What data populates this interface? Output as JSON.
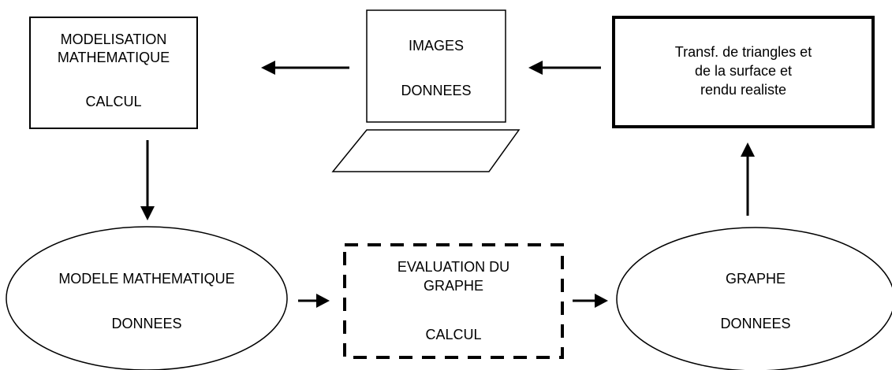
{
  "nodes": {
    "modelisation": {
      "line1": "MODELISATION",
      "line2": "MATHEMATIQUE",
      "line3": "CALCUL"
    },
    "images": {
      "line1": "IMAGES",
      "line2": "DONNEES"
    },
    "transf": {
      "line1": "Transf. de triangles et",
      "line2": "de la surface et",
      "line3": "rendu realiste"
    },
    "modele": {
      "line1": "MODELE MATHEMATIQUE",
      "line2": "DONNEES"
    },
    "evaluation": {
      "line1": "EVALUATION DU",
      "line2": "GRAPHE",
      "line3": "CALCUL"
    },
    "graphe": {
      "line1": "GRAPHE",
      "line2": "DONNEES"
    }
  },
  "edges": [
    {
      "from": "images",
      "to": "modelisation"
    },
    {
      "from": "transf",
      "to": "images"
    },
    {
      "from": "modelisation",
      "to": "modele"
    },
    {
      "from": "modele",
      "to": "evaluation"
    },
    {
      "from": "evaluation",
      "to": "graphe"
    },
    {
      "from": "graphe",
      "to": "transf"
    }
  ],
  "colors": {
    "stroke": "#000000",
    "background": "#ffffff"
  }
}
